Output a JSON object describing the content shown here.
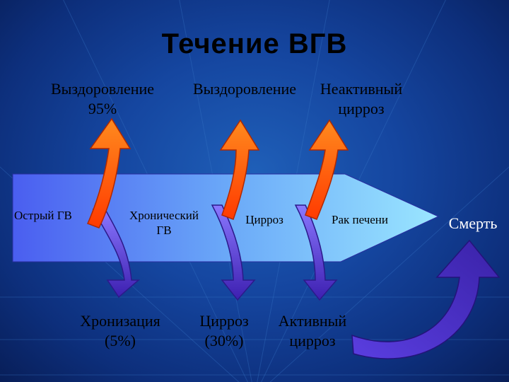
{
  "title": "Течение ВГВ",
  "top_labels": {
    "recovery_95": [
      "Выздоровление",
      "95%"
    ],
    "recovery": [
      "Выздоровление"
    ],
    "inactive_cirrhosis": [
      "Неактивный",
      "цирроз"
    ]
  },
  "band_labels": {
    "acute": [
      "Острый ГВ"
    ],
    "chronic": [
      "Хронический",
      "ГВ"
    ],
    "cirrhosis": [
      "Цирроз"
    ],
    "liver_cancer": [
      "Рак печени"
    ]
  },
  "bottom_labels": {
    "chronization": [
      "Хронизация",
      "(5%)"
    ],
    "cirrhosis_30": [
      "Цирроз",
      "(30%)"
    ],
    "active_cirrhosis": [
      "Активный",
      "цирроз"
    ]
  },
  "outcome": "Смерть",
  "colors": {
    "background": "#1546a0",
    "band_left": "#4a5ef0",
    "band_right": "#8fdcff",
    "up_arrow": "#ff6a10",
    "down_arrow": "#5b3fd6",
    "death_text": "#ffffff"
  }
}
